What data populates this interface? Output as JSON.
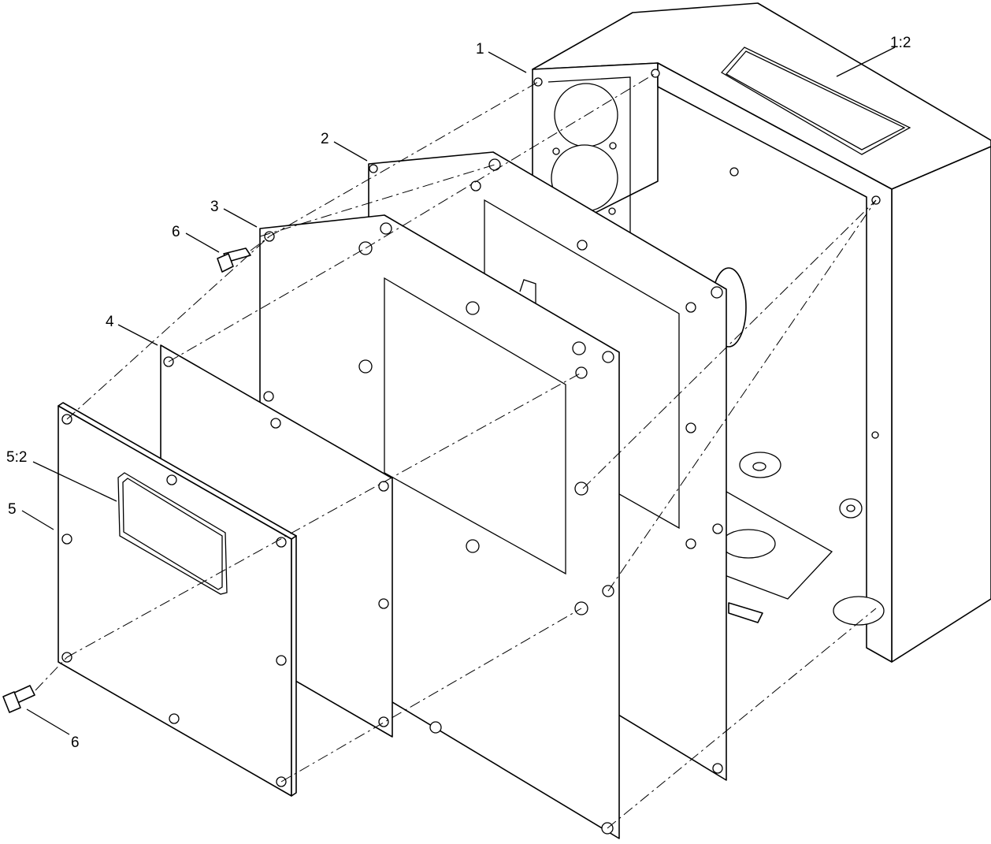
{
  "callouts": [
    {
      "id": "c1",
      "text": "1"
    },
    {
      "id": "c12",
      "text": "1:2"
    },
    {
      "id": "c2",
      "text": "2"
    },
    {
      "id": "c3",
      "text": "3"
    },
    {
      "id": "c6a",
      "text": "6"
    },
    {
      "id": "c4",
      "text": "4"
    },
    {
      "id": "c52",
      "text": "5:2"
    },
    {
      "id": "c5",
      "text": "5"
    },
    {
      "id": "c6b",
      "text": "6"
    }
  ]
}
